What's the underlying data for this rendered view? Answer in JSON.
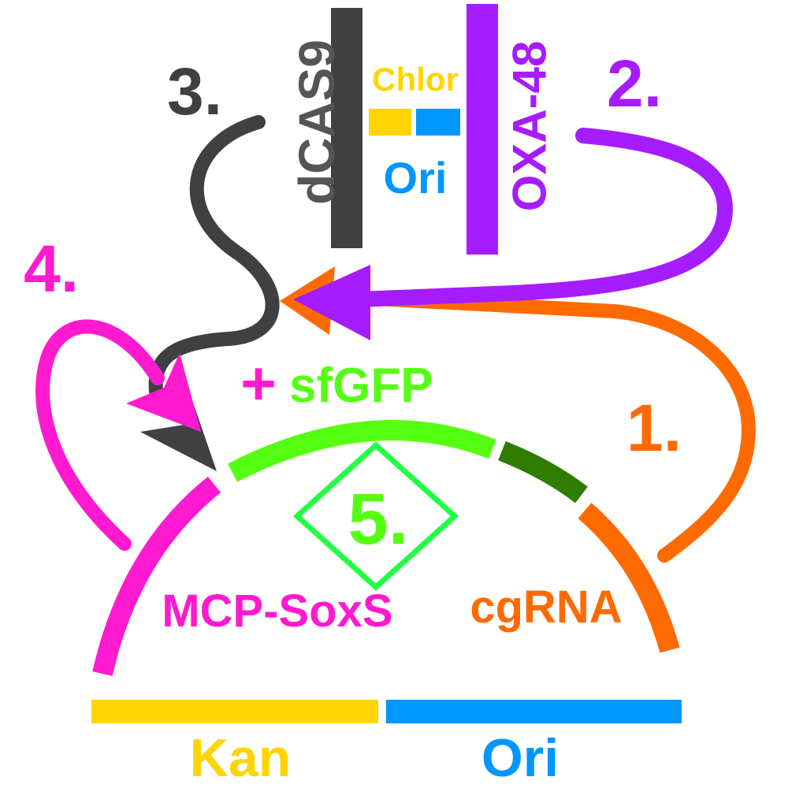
{
  "labels": {
    "step1": "1.",
    "step2": "2.",
    "step3": "3.",
    "step4": "4.",
    "step5": "5.",
    "dcas9": "dCAS9",
    "oxa48": "OXA-48",
    "chlor": "Chlor",
    "ori_top": "Ori",
    "plus": "+",
    "sfgfp": "sfGFP",
    "mcp_soxs": "MCP-SoxS",
    "cgrna": "cgRNA",
    "kan": "Kan",
    "ori_bottom": "Ori"
  },
  "colors": {
    "magenta": "#ff1ad0",
    "orange": "#ff6a00",
    "purple": "#a51cff",
    "dark_gray": "#404040",
    "green": "#55ff11",
    "dark_green": "#2e7d00",
    "green_diamond": "#22ff44",
    "gold": "#ffd400",
    "blue": "#0096ff",
    "gray_text": "#555555"
  }
}
